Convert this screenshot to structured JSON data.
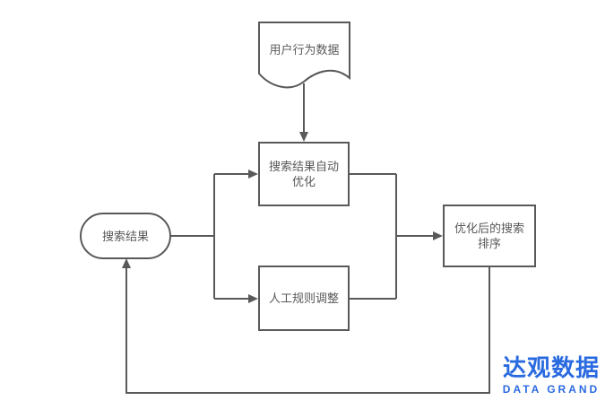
{
  "diagram": {
    "stroke_color": "#595959",
    "text_color": "#595959",
    "nodes": {
      "user_behavior_data": {
        "shape": "document",
        "label": "用户行为数据"
      },
      "auto_optimize": {
        "shape": "rectangle",
        "label": "搜索结果自动优化"
      },
      "search_results": {
        "shape": "rounded",
        "label": "搜索结果"
      },
      "manual_rules": {
        "shape": "rectangle",
        "label": "人工规则调整"
      },
      "optimized_ranking": {
        "shape": "rectangle",
        "label": "优化后的搜索排序"
      }
    },
    "edges": [
      "user_behavior_data -> auto_optimize",
      "search_results -> auto_optimize",
      "search_results -> manual_rules",
      "auto_optimize -> optimized_ranking",
      "manual_rules -> optimized_ranking",
      "optimized_ranking -> search_results"
    ]
  },
  "logo": {
    "name_cn": "达观数据",
    "name_en": "DATA GRAND",
    "color": "#2a6ae0"
  }
}
